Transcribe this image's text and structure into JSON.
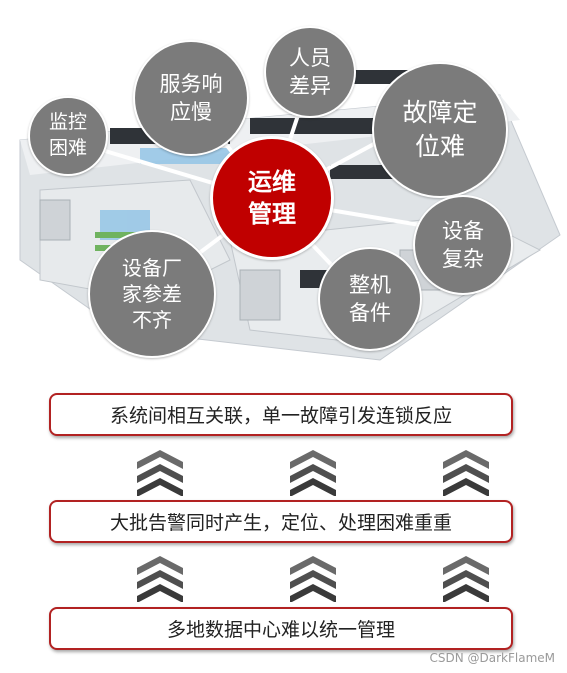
{
  "diagram": {
    "center": "运维\n管理",
    "issues": [
      "监控\n困难",
      "服务响\n应慢",
      "人员\n差异",
      "故障定\n位难",
      "设备\n复杂",
      "整机\n备件",
      "设备厂\n家参差\n不齐"
    ],
    "chain": [
      "系统间相互关联，单一故障引发连锁反应",
      "大批告警同时产生，定位、处理困难重重",
      "多地数据中心难以统一管理"
    ],
    "watermark": "CSDN @DarkFlameM",
    "colors": {
      "center": "#c00000",
      "bubble": "#7b7b7b",
      "box_border": "#b22222",
      "arrow": "#4a4a4a"
    }
  }
}
